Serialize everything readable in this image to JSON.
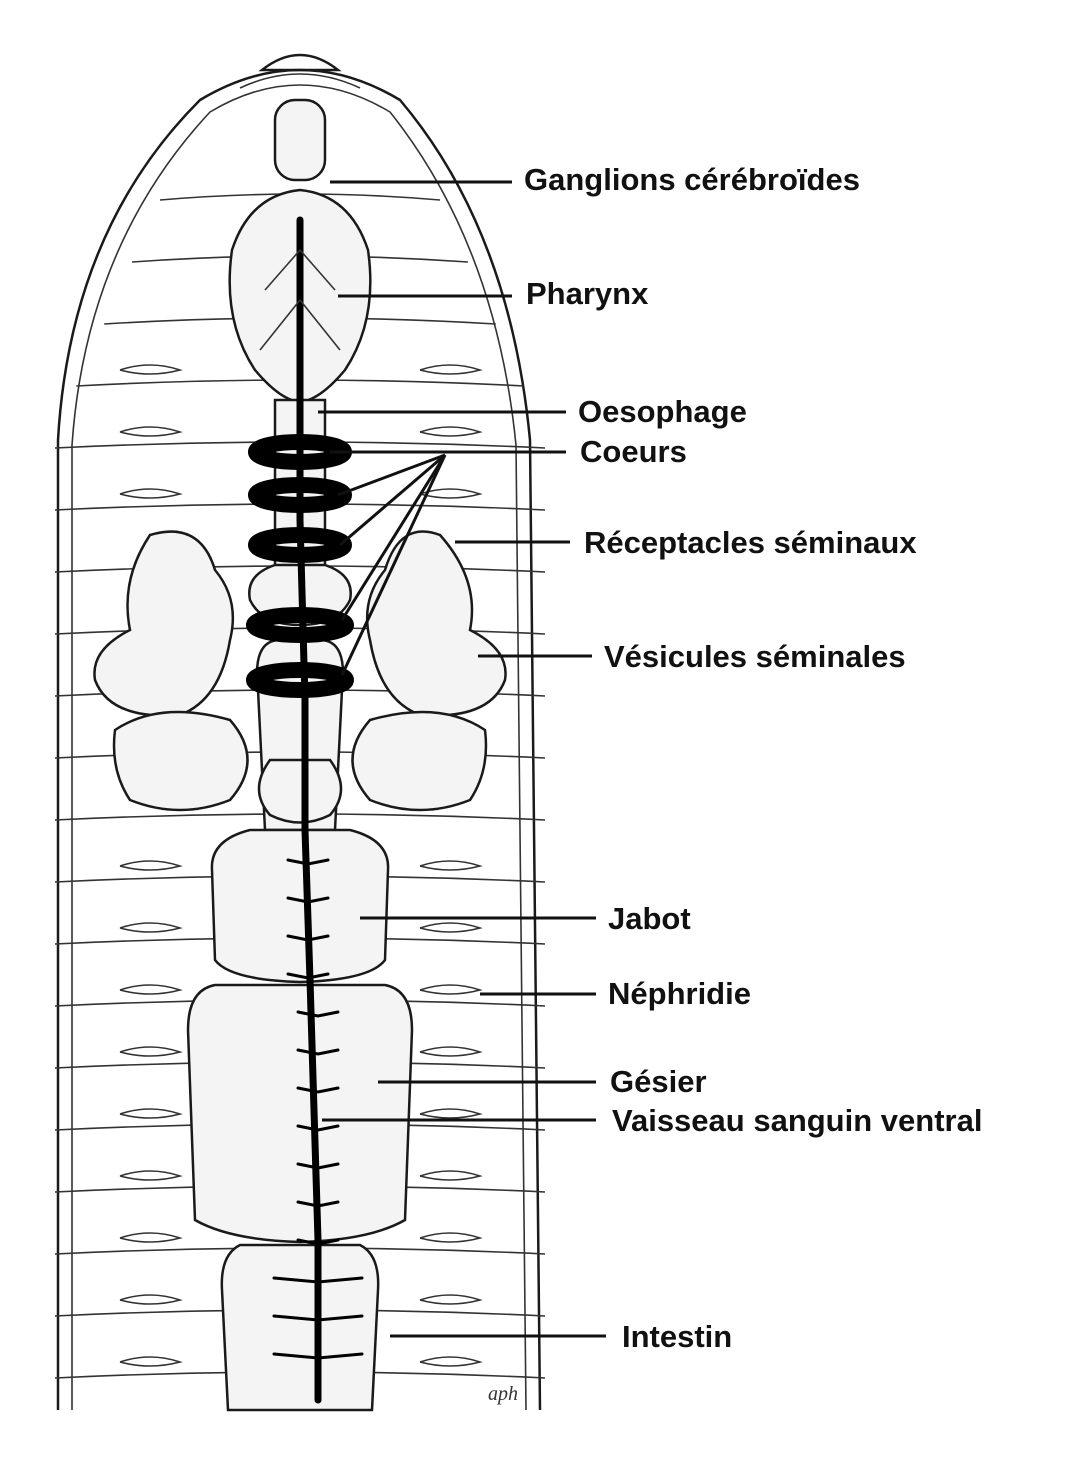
{
  "labels": [
    {
      "id": "ganglions",
      "text": "Ganglions cérébroïdes"
    },
    {
      "id": "pharynx",
      "text": "Pharynx"
    },
    {
      "id": "oesophage",
      "text": "Oesophage"
    },
    {
      "id": "coeurs",
      "text": "Coeurs"
    },
    {
      "id": "receptacles",
      "text": "Réceptacles séminaux"
    },
    {
      "id": "vesicules",
      "text": "Vésicules séminales"
    },
    {
      "id": "jabot",
      "text": "Jabot"
    },
    {
      "id": "nephridie",
      "text": "Néphridie"
    },
    {
      "id": "gesier",
      "text": "Gésier"
    },
    {
      "id": "vaisseau",
      "text": "Vaisseau sanguin ventral"
    },
    {
      "id": "intestin",
      "text": "Intestin"
    }
  ],
  "signature": "aph"
}
